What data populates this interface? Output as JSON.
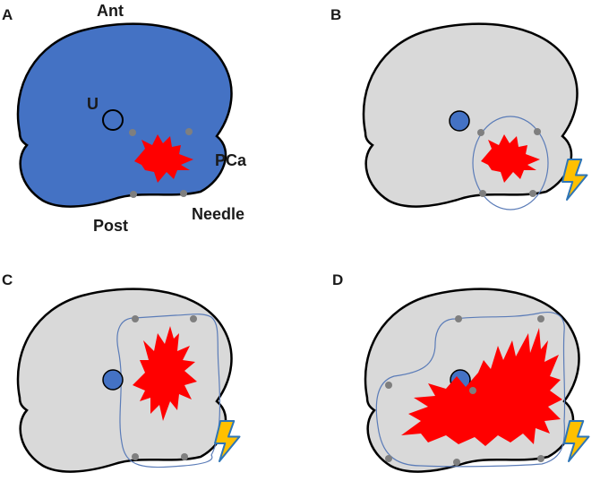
{
  "colors": {
    "prostate_fill": "#4472c4",
    "ablated_fill": "#d9d9d9",
    "tumor_fill": "#ff0000",
    "urethra_fill": "#4472c4",
    "needle": "#7f7f7f",
    "ablation_outline": "#5b7cb8",
    "bolt_fill": "#ffc000",
    "bolt_stroke": "#2e75b6",
    "outline": "#000000"
  },
  "panels": [
    {
      "letter": "A",
      "labels": {
        "ant": "Ant",
        "urethra": "U",
        "tumor": "PCa",
        "post": "Post",
        "needle": "Needle"
      }
    },
    {
      "letter": "B"
    },
    {
      "letter": "C"
    },
    {
      "letter": "D"
    }
  ],
  "icons": [
    "lightning-bolt-icon",
    "lightning-bolt-icon",
    "lightning-bolt-icon"
  ]
}
